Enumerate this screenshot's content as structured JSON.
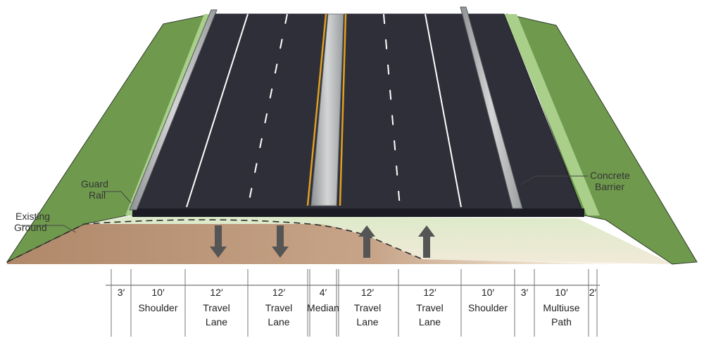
{
  "callouts": {
    "guard_rail": [
      "Guard",
      "Rail"
    ],
    "concrete_barrier": [
      "Concrete",
      "Barrier"
    ],
    "existing_ground": [
      "Existing",
      "Ground"
    ]
  },
  "dimensions": [
    {
      "value": "3′",
      "label": []
    },
    {
      "value": "10′",
      "label": [
        "Shoulder"
      ]
    },
    {
      "value": "12′",
      "label": [
        "Travel",
        "Lane"
      ]
    },
    {
      "value": "12′",
      "label": [
        "Travel",
        "Lane"
      ]
    },
    {
      "value": "4′",
      "label": [
        "Median"
      ]
    },
    {
      "value": "12′",
      "label": [
        "Travel",
        "Lane"
      ]
    },
    {
      "value": "12′",
      "label": [
        "Travel",
        "Lane"
      ]
    },
    {
      "value": "10′",
      "label": [
        "Shoulder"
      ]
    },
    {
      "value": "3′",
      "label": []
    },
    {
      "value": "10′",
      "label": [
        "Multiuse",
        "Path"
      ]
    },
    {
      "value": "2′",
      "label": []
    }
  ],
  "arrows": [
    "down",
    "down",
    "up",
    "up"
  ],
  "colors": {
    "pavement": "#2f2f3a",
    "grass": "#6f9a4e",
    "grass_light": "#a9cf8a",
    "soil": "#b0886a",
    "arrow": "#555555",
    "lane_line": "#ffffff",
    "median_line": "#e0a020",
    "barrier": "#b8babb"
  }
}
